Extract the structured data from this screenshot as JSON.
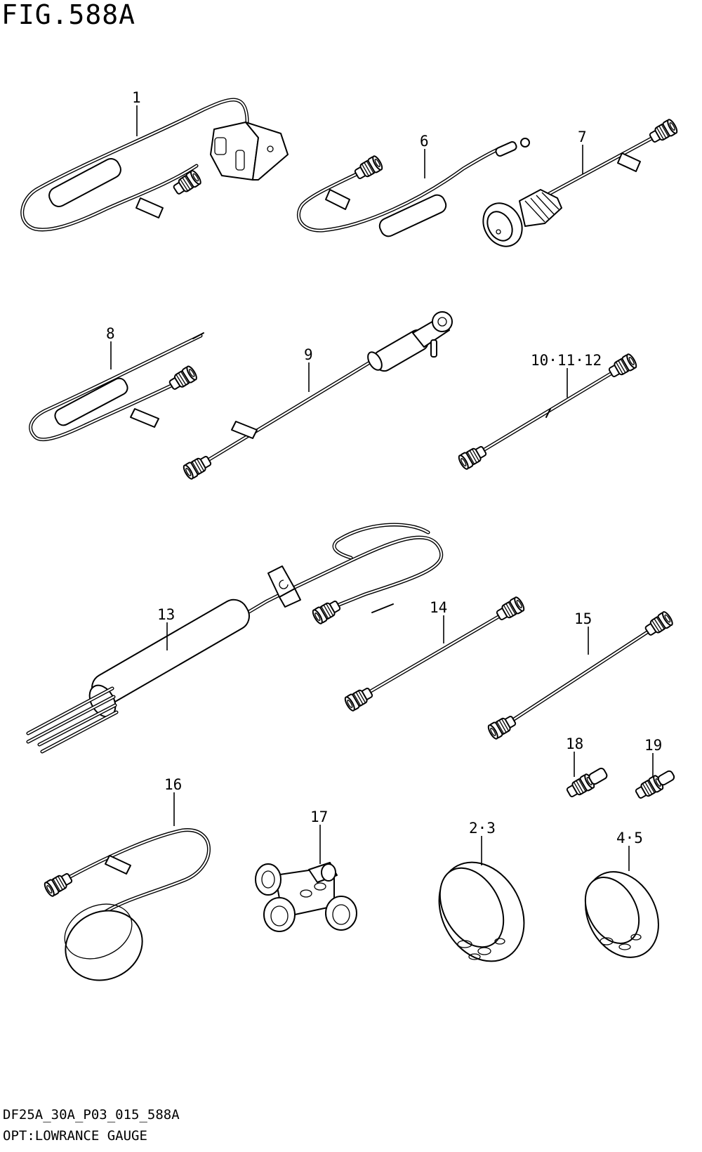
{
  "figure": {
    "title": "FIG.588A",
    "code": "DF25A_30A_P03_015_588A",
    "caption": "OPT:LOWRANCE GAUGE"
  },
  "callouts": [
    {
      "id": "1",
      "label": "1"
    },
    {
      "id": "6",
      "label": "6"
    },
    {
      "id": "7",
      "label": "7"
    },
    {
      "id": "8",
      "label": "8"
    },
    {
      "id": "9",
      "label": "9"
    },
    {
      "id": "10-11-12",
      "label": "10·11·12"
    },
    {
      "id": "13",
      "label": "13"
    },
    {
      "id": "14",
      "label": "14"
    },
    {
      "id": "15",
      "label": "15"
    },
    {
      "id": "18",
      "label": "18"
    },
    {
      "id": "19",
      "label": "19"
    },
    {
      "id": "16",
      "label": "16"
    },
    {
      "id": "17",
      "label": "17"
    },
    {
      "id": "2-3",
      "label": "2·3"
    },
    {
      "id": "4-5",
      "label": "4·5"
    }
  ]
}
